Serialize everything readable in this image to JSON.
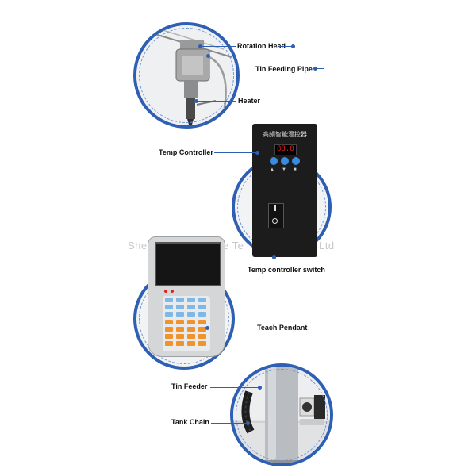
{
  "labels": {
    "rotation_head": "Rotation Head",
    "tin_feeding_pipe": "Tin Feeding Pipe",
    "heater": "Heater",
    "temp_controller": "Temp Controller",
    "controller_header": "高频智能温控器",
    "controller_display": "88.8",
    "temp_controller_switch": "Temp controller switch",
    "teach_pendant": "Teach Pendant",
    "tin_feeder": "Tin Feeder",
    "tank_chain": "Tank Chain"
  },
  "watermark": {
    "left": "She",
    "right": "e Te",
    "tail": "Ltd"
  },
  "colors": {
    "accent": "#2f5fb3",
    "device_dark": "#1c1c1c",
    "display_red": "#e02020",
    "key_orange": "#f0922e",
    "key_blue": "#7fb8e6"
  }
}
